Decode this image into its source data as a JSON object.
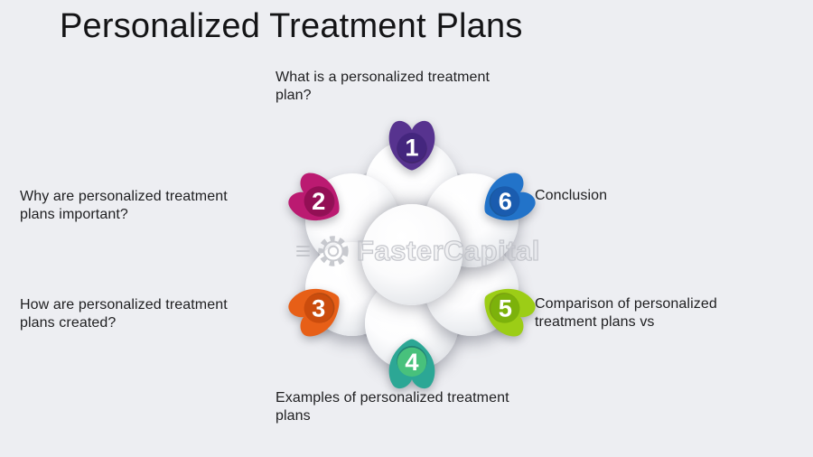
{
  "slide": {
    "title": "Personalized Treatment Plans",
    "background_color": "#edeef2",
    "text_color": "#1e1e20"
  },
  "watermark": {
    "text": "FasterCapital",
    "icon": "gear-icon",
    "color": "#bfc1c7"
  },
  "diagram": {
    "type": "hexagonal-cycle",
    "center": "white-sphere-cluster",
    "items": [
      {
        "number": "1",
        "position": "top",
        "label": "What is a personalized treatment plan?",
        "badge_color": "#57338f",
        "badge_inner_color": "#44267e"
      },
      {
        "number": "2",
        "position": "upper-left",
        "label": "Why are personalized treatment plans important?",
        "badge_color": "#bb1a71",
        "badge_inner_color": "#930f55"
      },
      {
        "number": "3",
        "position": "lower-left",
        "label": "How are personalized treatment plans created?",
        "badge_color": "#e75f17",
        "badge_inner_color": "#cb4c0d"
      },
      {
        "number": "4",
        "position": "bottom",
        "label": "Examples of personalized treatment plans",
        "badge_color": "#2ca795",
        "badge_inner_color": "#48c17c"
      },
      {
        "number": "5",
        "position": "lower-right",
        "label": "Comparison of personalized treatment plans vs",
        "badge_color": "#9ccd16",
        "badge_inner_color": "#7cb20b"
      },
      {
        "number": "6",
        "position": "upper-right",
        "label": "Conclusion",
        "badge_color": "#2273c9",
        "badge_inner_color": "#1a5caf"
      }
    ]
  }
}
